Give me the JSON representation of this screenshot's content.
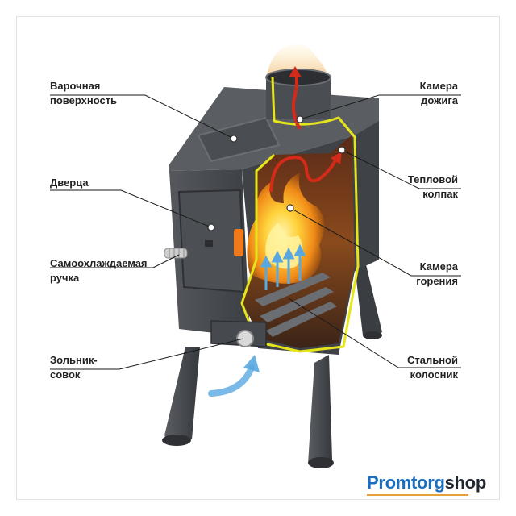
{
  "labels": {
    "cooking_surface": [
      "Варочная",
      "поверхность"
    ],
    "door": "Дверца",
    "handle": [
      "Самоохлаждаемая",
      "ручка"
    ],
    "ash_pan": [
      "Зольник-",
      "совок"
    ],
    "afterburn_chamber": [
      "Камера",
      "дожига"
    ],
    "heat_hood": [
      "Тепловой",
      "колпак"
    ],
    "combustion_chamber": [
      "Камера",
      "горения"
    ],
    "steel_grate": [
      "Стальной",
      "колосник"
    ]
  },
  "brand": {
    "part1": "Promtorg",
    "part2": "shop"
  },
  "colors": {
    "stove_body": "#4a4d52",
    "outline": "#e5e51a",
    "fire": "#f0a020",
    "arrow_hot": "#d42a1a",
    "arrow_cold": "#5aa8e0",
    "brand_blue": "#1a6fc0",
    "brand_dark": "#222831"
  }
}
